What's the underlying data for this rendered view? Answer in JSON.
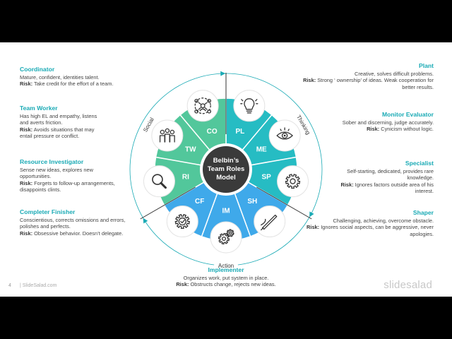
{
  "center": {
    "line1": "Belbin’s",
    "line2": "Team Roles",
    "line3": "Model"
  },
  "segments": [
    {
      "abbr": "PL",
      "icon": "lightbulb-icon"
    },
    {
      "abbr": "ME",
      "icon": "eye-icon"
    },
    {
      "abbr": "SP",
      "icon": "gear-icon"
    },
    {
      "abbr": "SH",
      "icon": "pen-icon"
    },
    {
      "abbr": "IM",
      "icon": "gears-icon"
    },
    {
      "abbr": "CF",
      "icon": "gear-check-icon"
    },
    {
      "abbr": "RI",
      "icon": "magnifier-icon"
    },
    {
      "abbr": "TW",
      "icon": "team-icon"
    },
    {
      "abbr": "CO",
      "icon": "network-people-icon"
    }
  ],
  "colors": {
    "teal": "#1aaab5",
    "green": "#3ebf8f",
    "blue": "#2d8fd5",
    "segment_teal": "#26bcc3",
    "segment_green": "#52c79b",
    "segment_blue": "#3fa9ea"
  },
  "sections": {
    "social": "Social",
    "thinking": "Thinking",
    "action": "Action"
  },
  "roles": {
    "coordinator": {
      "title": "Coordinator",
      "desc": "Mature, confident, identities talent.",
      "risk_label": "Risk:",
      "risk": "Take credit for the effort of a team."
    },
    "team_worker": {
      "title": "Team Worker",
      "desc": "Has high EL and empathy, listens and averts friction.",
      "risk_label": "Risk:",
      "risk": "Avoids situations that may entail pressure or conflict."
    },
    "resource_investigator": {
      "title": "Resource Investigator",
      "desc": "Sense new ideas, explores new opportunities.",
      "risk_label": "Risk:",
      "risk": "Forgets to follow-up arrangements, disappoints clints."
    },
    "completer_finisher": {
      "title": "Completer Finisher",
      "desc": "Conscientious, corrects omissions and errors, polishes and perfects.",
      "risk_label": "Risk:",
      "risk": "Obsessive behavior. Doesn’t delegate."
    },
    "plant": {
      "title": "Plant",
      "desc": "Creative, solves difficult problems.",
      "risk_label": "Risk:",
      "risk": "Strong ‘ ownership’ of ideas. Weak cooperation for better results."
    },
    "monitor_evaluator": {
      "title": "Monitor Evaluator",
      "desc": "Sober and discerning, judge accurately.",
      "risk_label": "Risk:",
      "risk": "Cynicism without logic."
    },
    "specialist": {
      "title": "Specialist",
      "desc": "Self-starting, dedicated, provides rare knowledge.",
      "risk_label": "Risk:",
      "risk": "Ignores factors outside area of his interest."
    },
    "shaper": {
      "title": "Shaper",
      "desc": "Challenging, achieving, overcome obstacle.",
      "risk_label": "Risk:",
      "risk": "Ignores social aspects, can be aggressive, never apologies."
    },
    "implementer": {
      "title": "Implementer",
      "desc": "Organizes work, put system in place.",
      "risk_label": "Risk:",
      "risk": "Obstructs change, rejects new ideas."
    }
  },
  "footer": {
    "page": "4",
    "site": "| SlideSalad.com",
    "brand": "slidesalad"
  }
}
